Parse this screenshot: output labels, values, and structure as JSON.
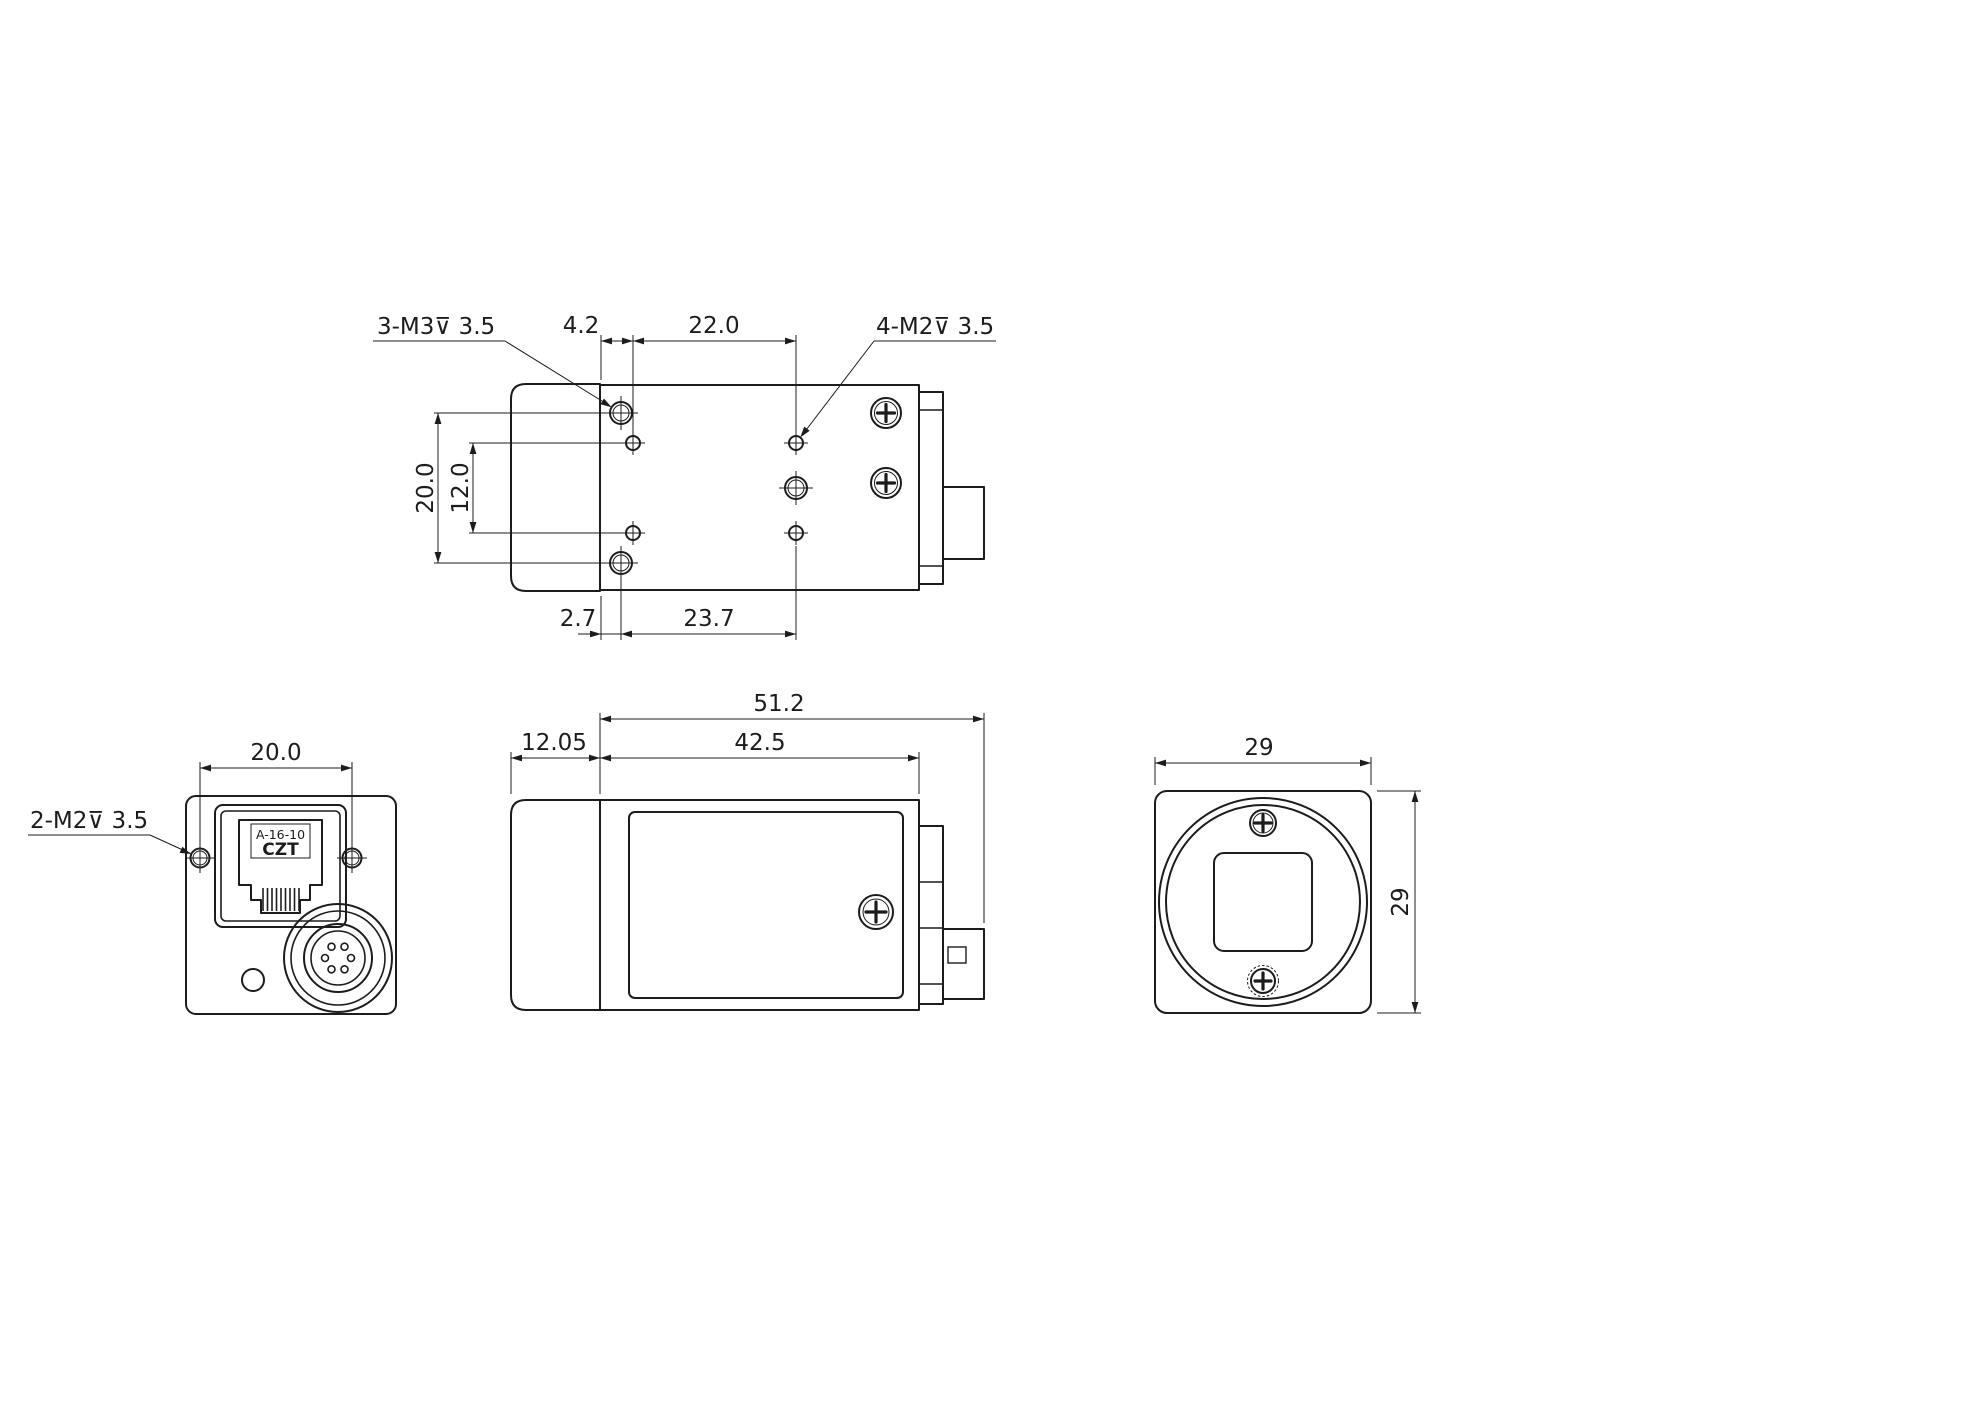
{
  "page": {
    "background": "#ffffff",
    "line_color": "#1c1c1c"
  },
  "views": {
    "top": {
      "labels": {
        "m3_callout": "3-M3⊽ 3.5",
        "m2_callout": "4-M2⊽ 3.5",
        "dim_4_2": "4.2",
        "dim_22_0": "22.0",
        "dim_20_0": "20.0",
        "dim_12_0": "12.0",
        "dim_2_7": "2.7",
        "dim_23_7": "23.7"
      }
    },
    "rear": {
      "labels": {
        "dim_20_0": "20.0",
        "m2_callout": "2-M2⊽ 3.5",
        "rj45_line1": "A-16-10",
        "rj45_line2": "CZT"
      }
    },
    "side": {
      "labels": {
        "dim_51_2": "51.2",
        "dim_12_05": "12.05",
        "dim_42_5": "42.5"
      }
    },
    "front": {
      "labels": {
        "dim_29_w": "29",
        "dim_29_h": "29"
      }
    }
  }
}
